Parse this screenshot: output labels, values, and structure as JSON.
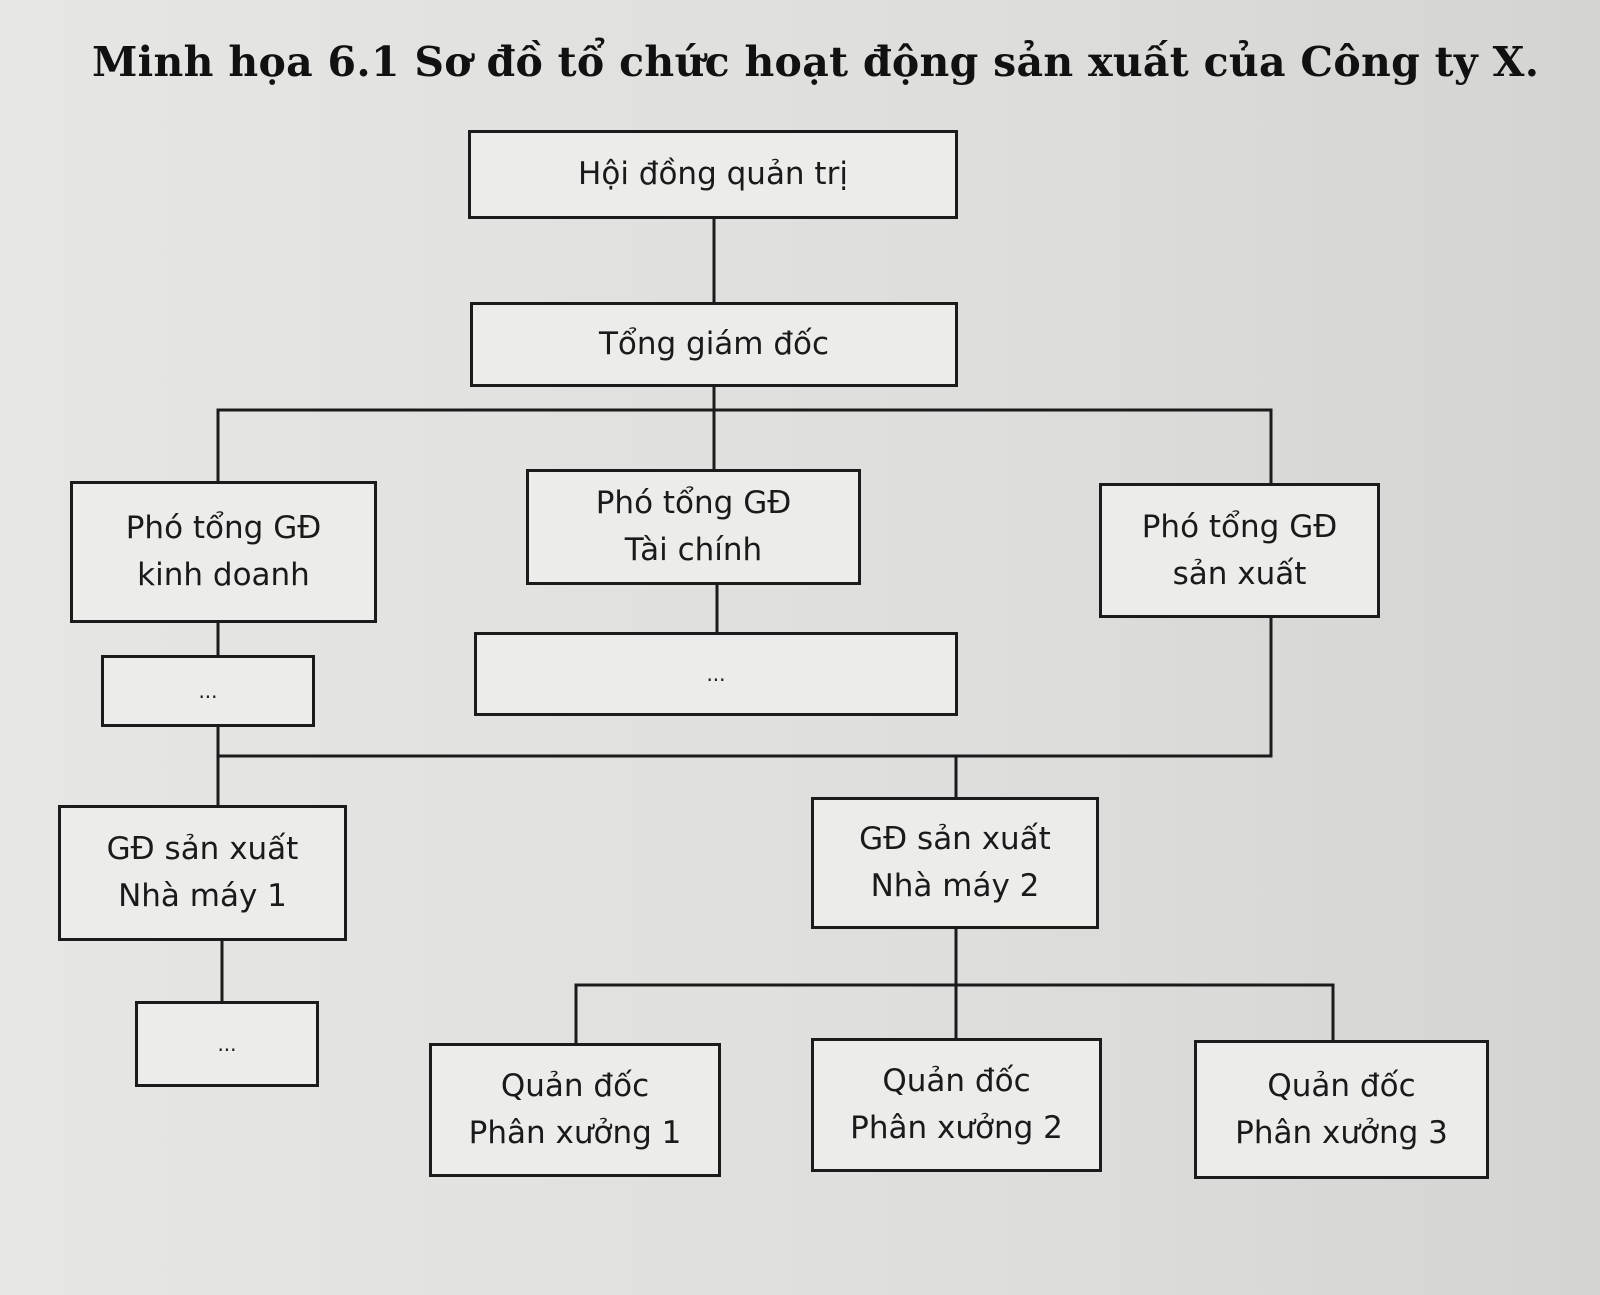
{
  "caption": "Minh họa 6.1 Sơ đồ tổ chức hoạt động sản xuất của Công ty X.",
  "nodes": {
    "board": {
      "lines": [
        "Hội đồng quản trị"
      ]
    },
    "ceo": {
      "lines": [
        "Tổng giám đốc"
      ]
    },
    "vp_business": {
      "lines": [
        "Phó tổng GĐ",
        "kinh doanh"
      ]
    },
    "vp_finance": {
      "lines": [
        "Phó tổng GĐ",
        "Tài chính"
      ]
    },
    "vp_production": {
      "lines": [
        "Phó tổng GĐ",
        "sản xuất"
      ]
    },
    "business_sub": {
      "lines": [
        "..."
      ]
    },
    "finance_sub": {
      "lines": [
        "..."
      ]
    },
    "factory1_director": {
      "lines": [
        "GĐ sản xuất",
        "Nhà máy 1"
      ]
    },
    "factory2_director": {
      "lines": [
        "GĐ sản xuất",
        "Nhà máy 2"
      ]
    },
    "factory1_sub": {
      "lines": [
        "..."
      ]
    },
    "workshop1": {
      "lines": [
        "Quản đốc",
        "Phân xưởng 1"
      ]
    },
    "workshop2": {
      "lines": [
        "Quản đốc",
        "Phân xưởng 2"
      ]
    },
    "workshop3": {
      "lines": [
        "Quản đốc",
        "Phân xưởng 3"
      ]
    }
  }
}
